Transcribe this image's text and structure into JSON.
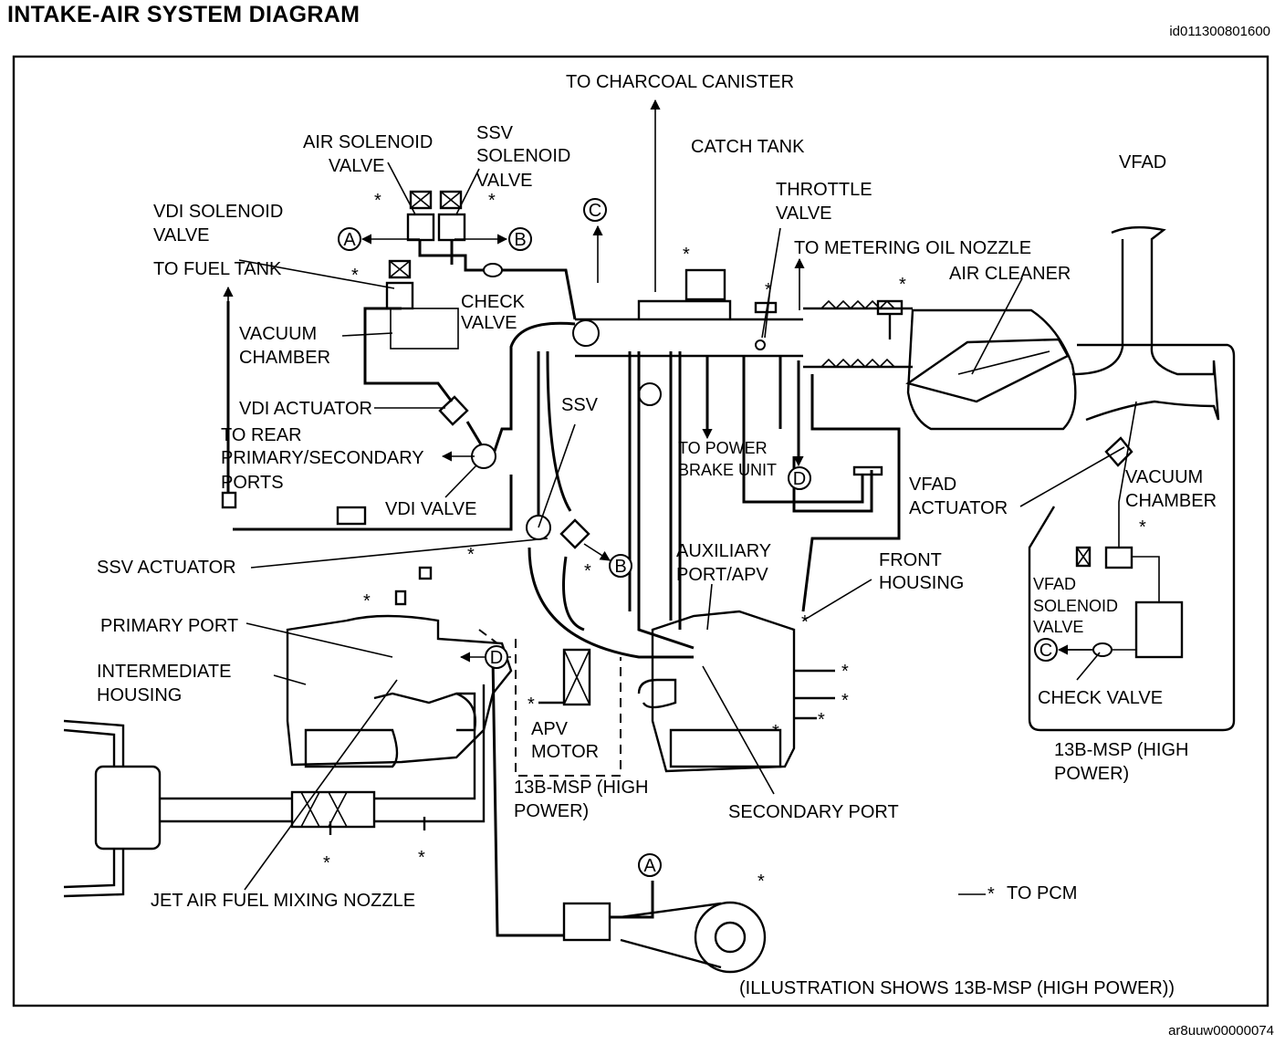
{
  "header": {
    "title": "INTAKE-AIR SYSTEM DIAGRAM",
    "doc_id": "id011300801600",
    "footer_id": "ar8uuw00000074"
  },
  "labels": {
    "to_charcoal_canister": "TO CHARCOAL CANISTER",
    "air_solenoid_1": "AIR SOLENOID",
    "air_solenoid_2": "VALVE",
    "ssv_solenoid_1": "SSV",
    "ssv_solenoid_2": "SOLENOID",
    "ssv_solenoid_3": "VALVE",
    "catch_tank": "CATCH TANK",
    "vfad": "VFAD",
    "throttle_1": "THROTTLE",
    "throttle_2": "VALVE",
    "vdi_solenoid_1": "VDI SOLENOID",
    "vdi_solenoid_2": "VALVE",
    "to_metering": "TO METERING OIL NOZZLE",
    "to_fuel_tank": "TO FUEL TANK",
    "air_cleaner": "AIR CLEANER",
    "check_valve_1": "CHECK",
    "check_valve_2": "VALVE",
    "vacuum_chamber_1": "VACUUM",
    "vacuum_chamber_2": "CHAMBER",
    "vdi_actuator": "VDI ACTUATOR",
    "ssv": "SSV",
    "to_rear_1": "TO REAR",
    "to_rear_2": "PRIMARY/SECONDARY",
    "to_rear_3": "PORTS",
    "to_power_brake_1": "TO POWER",
    "to_power_brake_2": "BRAKE UNIT",
    "vfad_actuator_1": "VFAD",
    "vfad_actuator_2": "ACTUATOR",
    "vacuum_chamber_r1": "VACUUM",
    "vacuum_chamber_r2": "CHAMBER",
    "vdi_valve": "VDI VALVE",
    "ssv_actuator": "SSV ACTUATOR",
    "auxiliary_1": "AUXILIARY",
    "auxiliary_2": "PORT/APV",
    "front_housing_1": "FRONT",
    "front_housing_2": "HOUSING",
    "vfad_solenoid_1": "VFAD",
    "vfad_solenoid_2": "SOLENOID",
    "vfad_solenoid_3": "VALVE",
    "primary_port": "PRIMARY PORT",
    "intermediate_1": "INTERMEDIATE",
    "intermediate_2": "HOUSING",
    "check_valve_r": "CHECK VALVE",
    "apv_motor_1": "APV",
    "apv_motor_2": "MOTOR",
    "msp_center_1": "13B-MSP (HIGH",
    "msp_center_2": "POWER)",
    "msp_right_1": "13B-MSP (HIGH",
    "msp_right_2": "POWER)",
    "secondary_port": "SECONDARY PORT",
    "jet_air": "JET AIR FUEL  MIXING NOZZLE",
    "to_pcm": "TO PCM",
    "illustration_note": "(ILLUSTRATION SHOWS 13B-MSP (HIGH POWER))"
  },
  "markers": {
    "a": "A",
    "b": "B",
    "c": "C",
    "d": "D",
    "star": "*"
  }
}
